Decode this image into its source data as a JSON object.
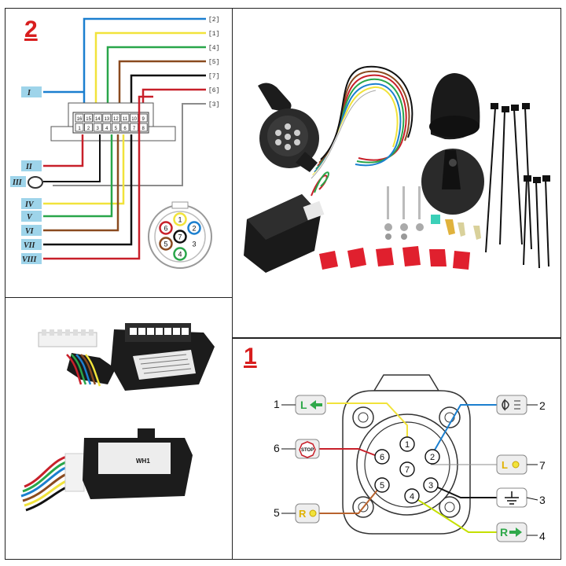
{
  "panel2": {
    "label": "2",
    "connectors": [
      "[2]",
      "[1]",
      "[4]",
      "[5]",
      "[7]",
      "[6]",
      "[3]"
    ],
    "roman_labels": [
      "I",
      "II",
      "III",
      "IV",
      "V",
      "VI",
      "VII",
      "VIII"
    ],
    "module_pins_top": [
      "16",
      "15",
      "14",
      "13",
      "12",
      "11",
      "10",
      "9"
    ],
    "module_pins_bottom": [
      "1",
      "2",
      "3",
      "4",
      "5",
      "6",
      "7",
      "8"
    ],
    "socket_pins": [
      "1",
      "2",
      "3",
      "4",
      "5",
      "6",
      "7"
    ],
    "colors": {
      "yellow": "#f1e33b",
      "blue": "#1b7fcf",
      "green": "#29a64a",
      "brown": "#8a4a1f",
      "black": "#111111",
      "red": "#c8202a",
      "white": "#ffffff",
      "gray": "#8c8c8c",
      "label_bg": "#9ed4ea"
    }
  },
  "module": {
    "label": "WH1"
  },
  "panel1": {
    "label": "1",
    "pins": [
      "1",
      "2",
      "3",
      "4",
      "5",
      "6",
      "7"
    ],
    "callouts": [
      "1",
      "2",
      "3",
      "4",
      "5",
      "6",
      "7"
    ],
    "icon_letters": {
      "left": "L",
      "right": "R",
      "rear": "R",
      "tail": "L"
    },
    "stop_text": "STOP",
    "colors": {
      "left": "#f1e33b",
      "right": "#29a64a",
      "brake": "#c8202a",
      "reverse": "#8a4a1f",
      "fog": "#1b7fcf",
      "rear": "#d5e800",
      "ground": "#ffffff"
    }
  }
}
